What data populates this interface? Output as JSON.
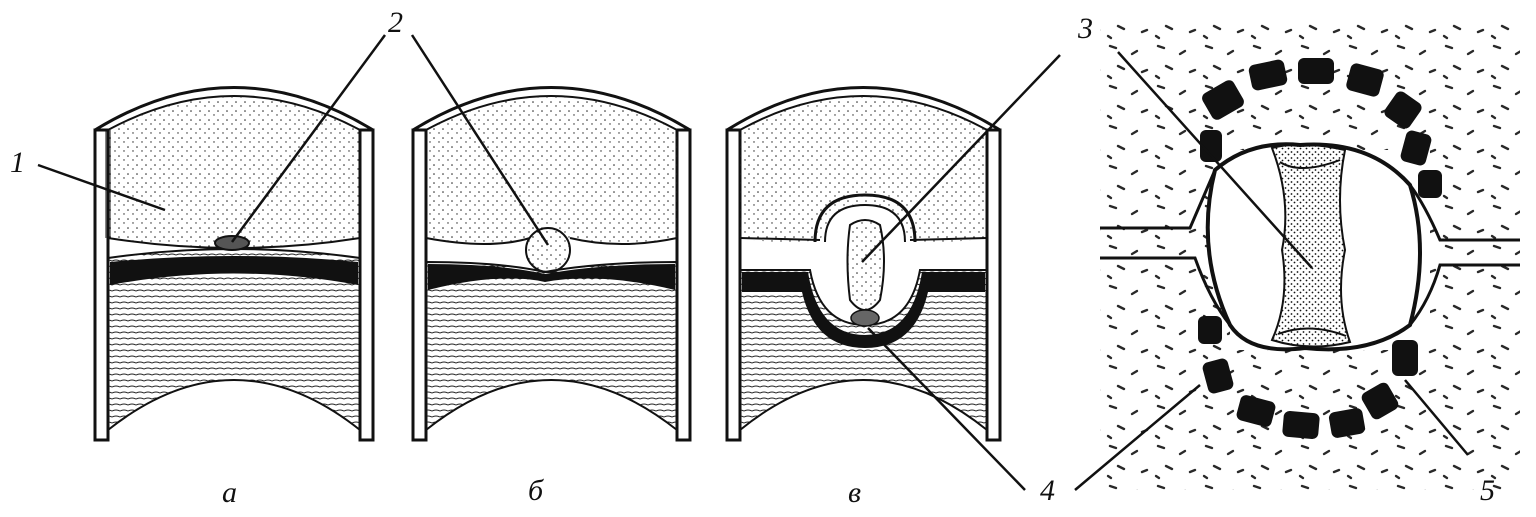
{
  "figure": {
    "labels": {
      "n1": "1",
      "n2": "2",
      "n3": "3",
      "n4": "4",
      "n5": "5"
    },
    "panel_captions": {
      "a": "а",
      "b": "б",
      "v": "в"
    },
    "colors": {
      "ink": "#111111",
      "paper": "#ffffff"
    }
  }
}
